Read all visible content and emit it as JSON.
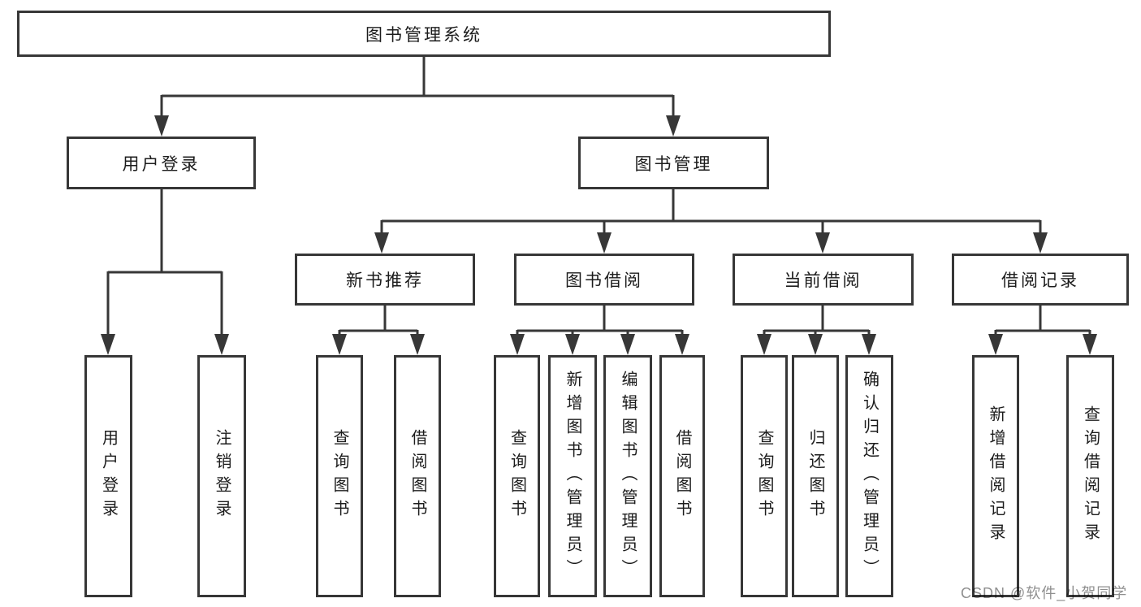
{
  "diagram": {
    "title": "图书管理系统",
    "tree": {
      "root": {
        "label": "图书管理系统"
      },
      "level1": [
        {
          "label": "用户登录",
          "leaves": [
            "用户登录",
            "注销登录"
          ]
        },
        {
          "label": "图书管理",
          "groups": [
            {
              "label": "新书推荐",
              "leaves": [
                "查询图书",
                "借阅图书"
              ]
            },
            {
              "label": "图书借阅",
              "leaves": [
                "查询图书",
                "新增图书（管理员）",
                "编辑图书（管理员）",
                "借阅图书"
              ]
            },
            {
              "label": "当前借阅",
              "leaves": [
                "查询图书",
                "归还图书",
                "确认归还（管理员）"
              ]
            },
            {
              "label": "借阅记录",
              "leaves": [
                "新增借阅记录",
                "查询借阅记录"
              ]
            }
          ]
        }
      ]
    },
    "colors": {
      "line": "#373737",
      "box_border": "#373737",
      "box_fill": "#ffffff",
      "text": "#1c1c1c",
      "background": "#ffffff",
      "watermark": "#8f8f8f"
    }
  },
  "watermark": {
    "text": "CSDN @软件_小贺同学"
  }
}
